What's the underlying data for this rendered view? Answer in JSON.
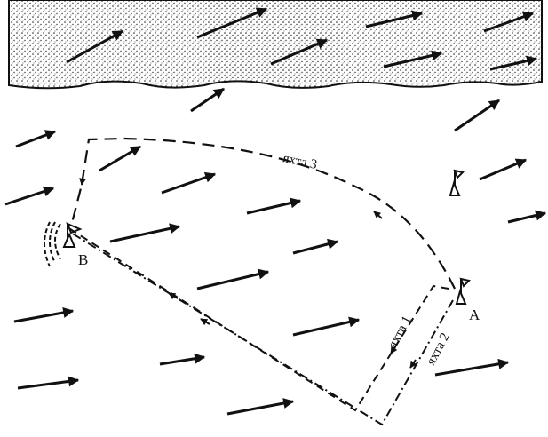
{
  "labels": {
    "yacht1": "яхта 1",
    "yacht2": "яхта 2",
    "yacht3": "яхта 3",
    "point_a": "A",
    "point_b": "B"
  },
  "icons": [
    "wind-arrow-icon",
    "buoy-flag-icon"
  ],
  "colors": {
    "ink": "#111111",
    "paper": "#ffffff"
  }
}
